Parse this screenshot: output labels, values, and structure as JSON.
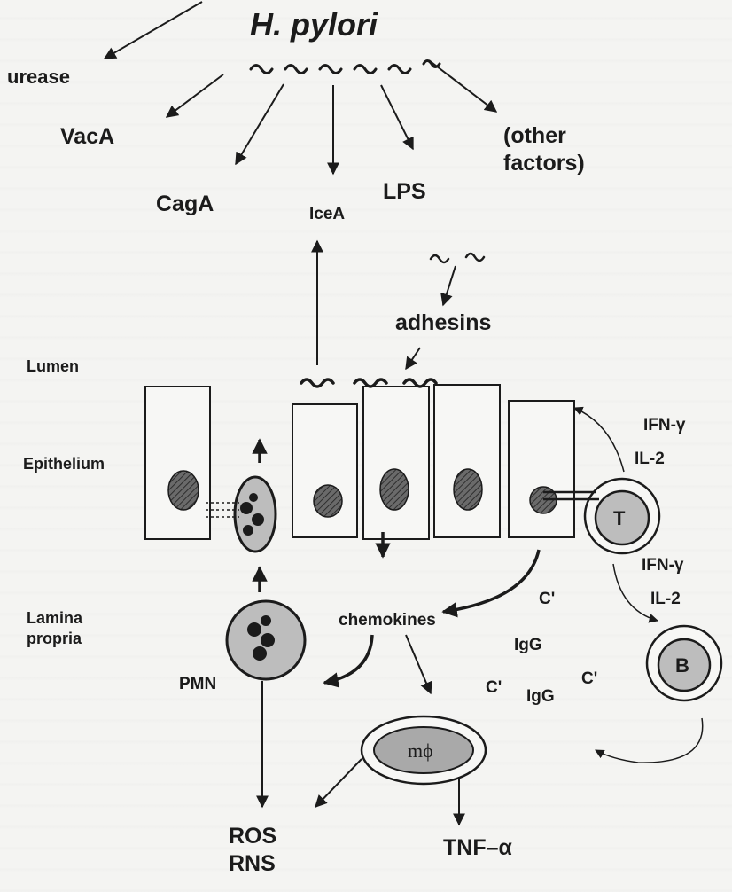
{
  "title": "H. pylori",
  "factors": {
    "urease": "urease",
    "vaca": "VacA",
    "caga": "CagA",
    "icea": "IceA",
    "lps": "LPS",
    "other": "(other\nfactors)",
    "adhesins": "adhesins"
  },
  "regions": {
    "lumen": "Lumen",
    "epithelium": "Epithelium",
    "lamina_propria": "Lamina\npropria"
  },
  "cells": {
    "t_cell": "T",
    "b_cell": "B",
    "pmn": "PMN",
    "macrophage": "mϕ"
  },
  "mediators": {
    "ifn_gamma_top": "IFN-γ",
    "il2_top": "IL-2",
    "ifn_gamma_bottom": "IFN-γ",
    "il2_bottom": "IL-2",
    "chemokines": "chemokines",
    "c_prime_1": "C'",
    "igg_1": "IgG",
    "c_prime_2": "C'",
    "igg_2": "IgG",
    "c_prime_3": "C'",
    "ros_rns": "ROS\nRNS",
    "tnf_alpha": "TNF–α"
  },
  "colors": {
    "ink": "#1b1b1b",
    "cell_fill": "#f7f7f5",
    "nucleus_fill": "#5a5a5a",
    "cytoplasm_gray": "#bdbdbd"
  }
}
